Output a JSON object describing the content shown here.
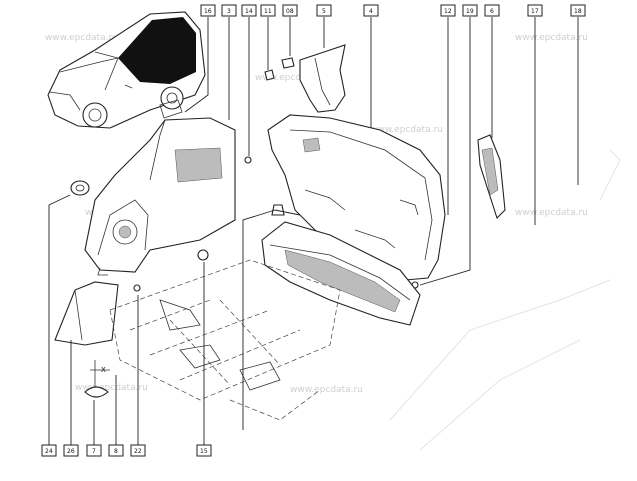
{
  "watermark": "www.epcdata.ru",
  "callouts": {
    "c16": "16",
    "c3": "3",
    "c14": "14",
    "c11": "11",
    "c08": "08",
    "c5": "5",
    "c4": "4",
    "c12": "12",
    "c19": "19",
    "c6": "6",
    "c17": "17",
    "c18": "18",
    "c24": "24",
    "c26": "26",
    "c7": "7",
    "c8": "8",
    "c22": "22",
    "c15": "15"
  },
  "labels": {
    "x_mark": "X"
  }
}
